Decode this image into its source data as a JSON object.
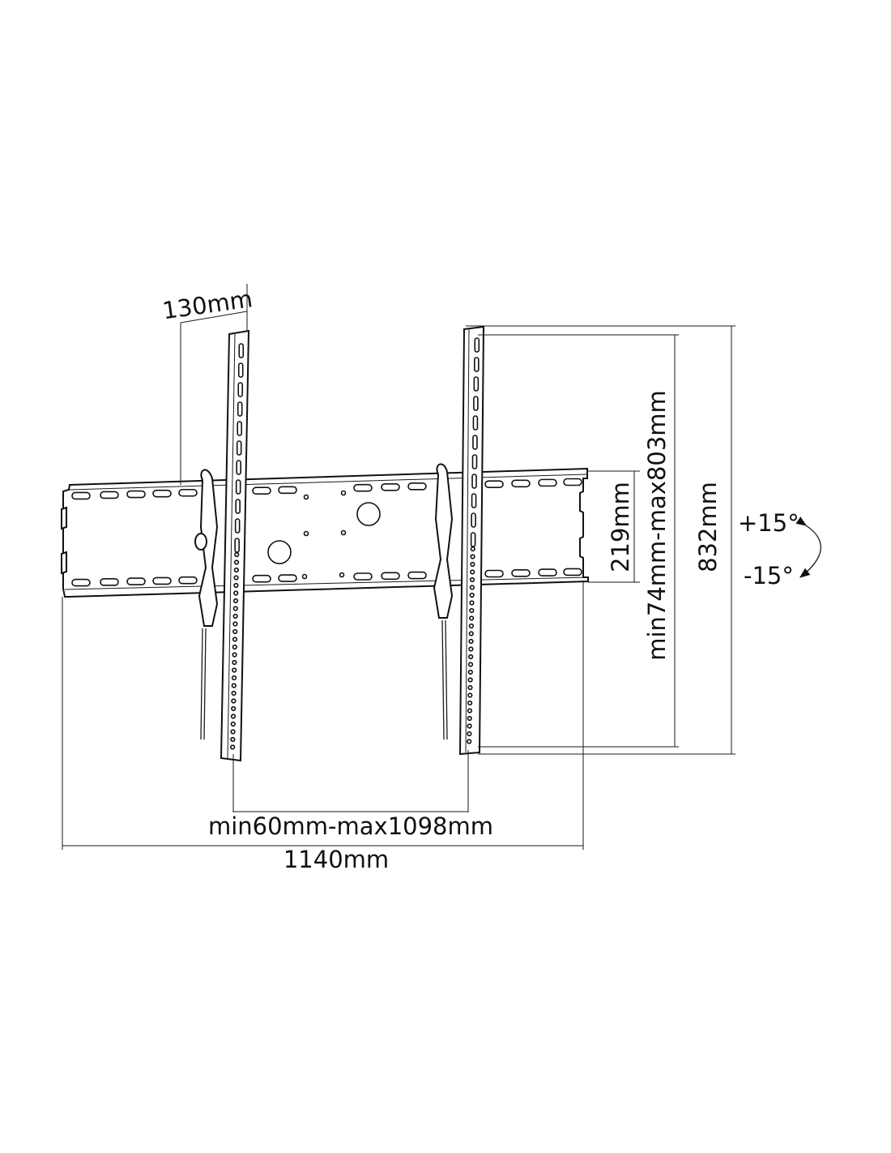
{
  "diagram": {
    "dimensions": {
      "depth": "130mm",
      "arm_spacing": "min60mm-max1098mm",
      "plate_width": "1140mm",
      "plate_height": "219mm",
      "vesa_height": "min74mm-max803mm",
      "arm_height": "832mm"
    },
    "tilt": {
      "up": "+15°",
      "down": "-15°"
    },
    "colors": {
      "line": "#111111",
      "background": "#ffffff"
    }
  }
}
